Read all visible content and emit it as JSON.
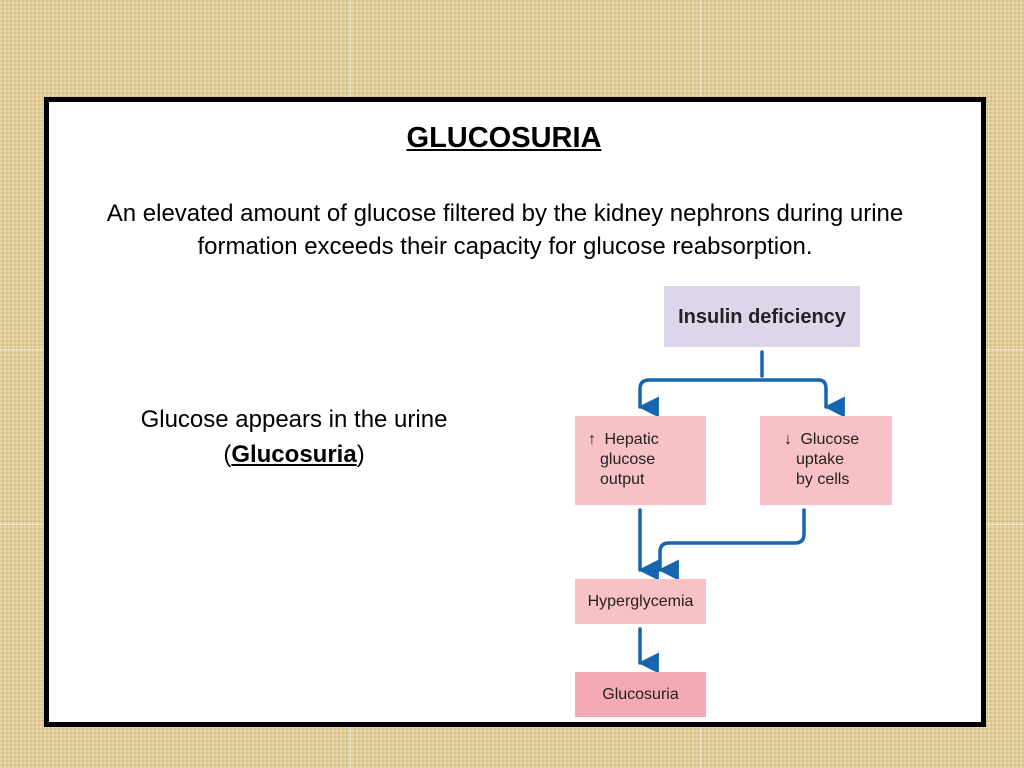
{
  "title": "GLUCOSURIA",
  "intro": "An elevated amount of glucose filtered by the kidney nephrons during urine formation exceeds their capacity for glucose reabsorption.",
  "left_text": {
    "line1": "Glucose appears in the urine",
    "open_paren": "(",
    "emphasis": "Glucosuria",
    "close_paren": ")"
  },
  "diagram": {
    "insulin": "Insulin deficiency",
    "hepatic": {
      "arrow": "↑",
      "lines": [
        "Hepatic",
        "glucose",
        "output"
      ]
    },
    "uptake": {
      "arrow": "↓",
      "lines": [
        "Glucose",
        "uptake",
        "by cells"
      ]
    },
    "hyperglycemia": "Hyperglycemia",
    "glucosuria": "Glucosuria",
    "colors": {
      "arrow": "#1565b0",
      "insulin_box": "#ddd6ea",
      "pink_box": "#f7c1c6",
      "glucosuria_box": "#f4aab6"
    }
  }
}
